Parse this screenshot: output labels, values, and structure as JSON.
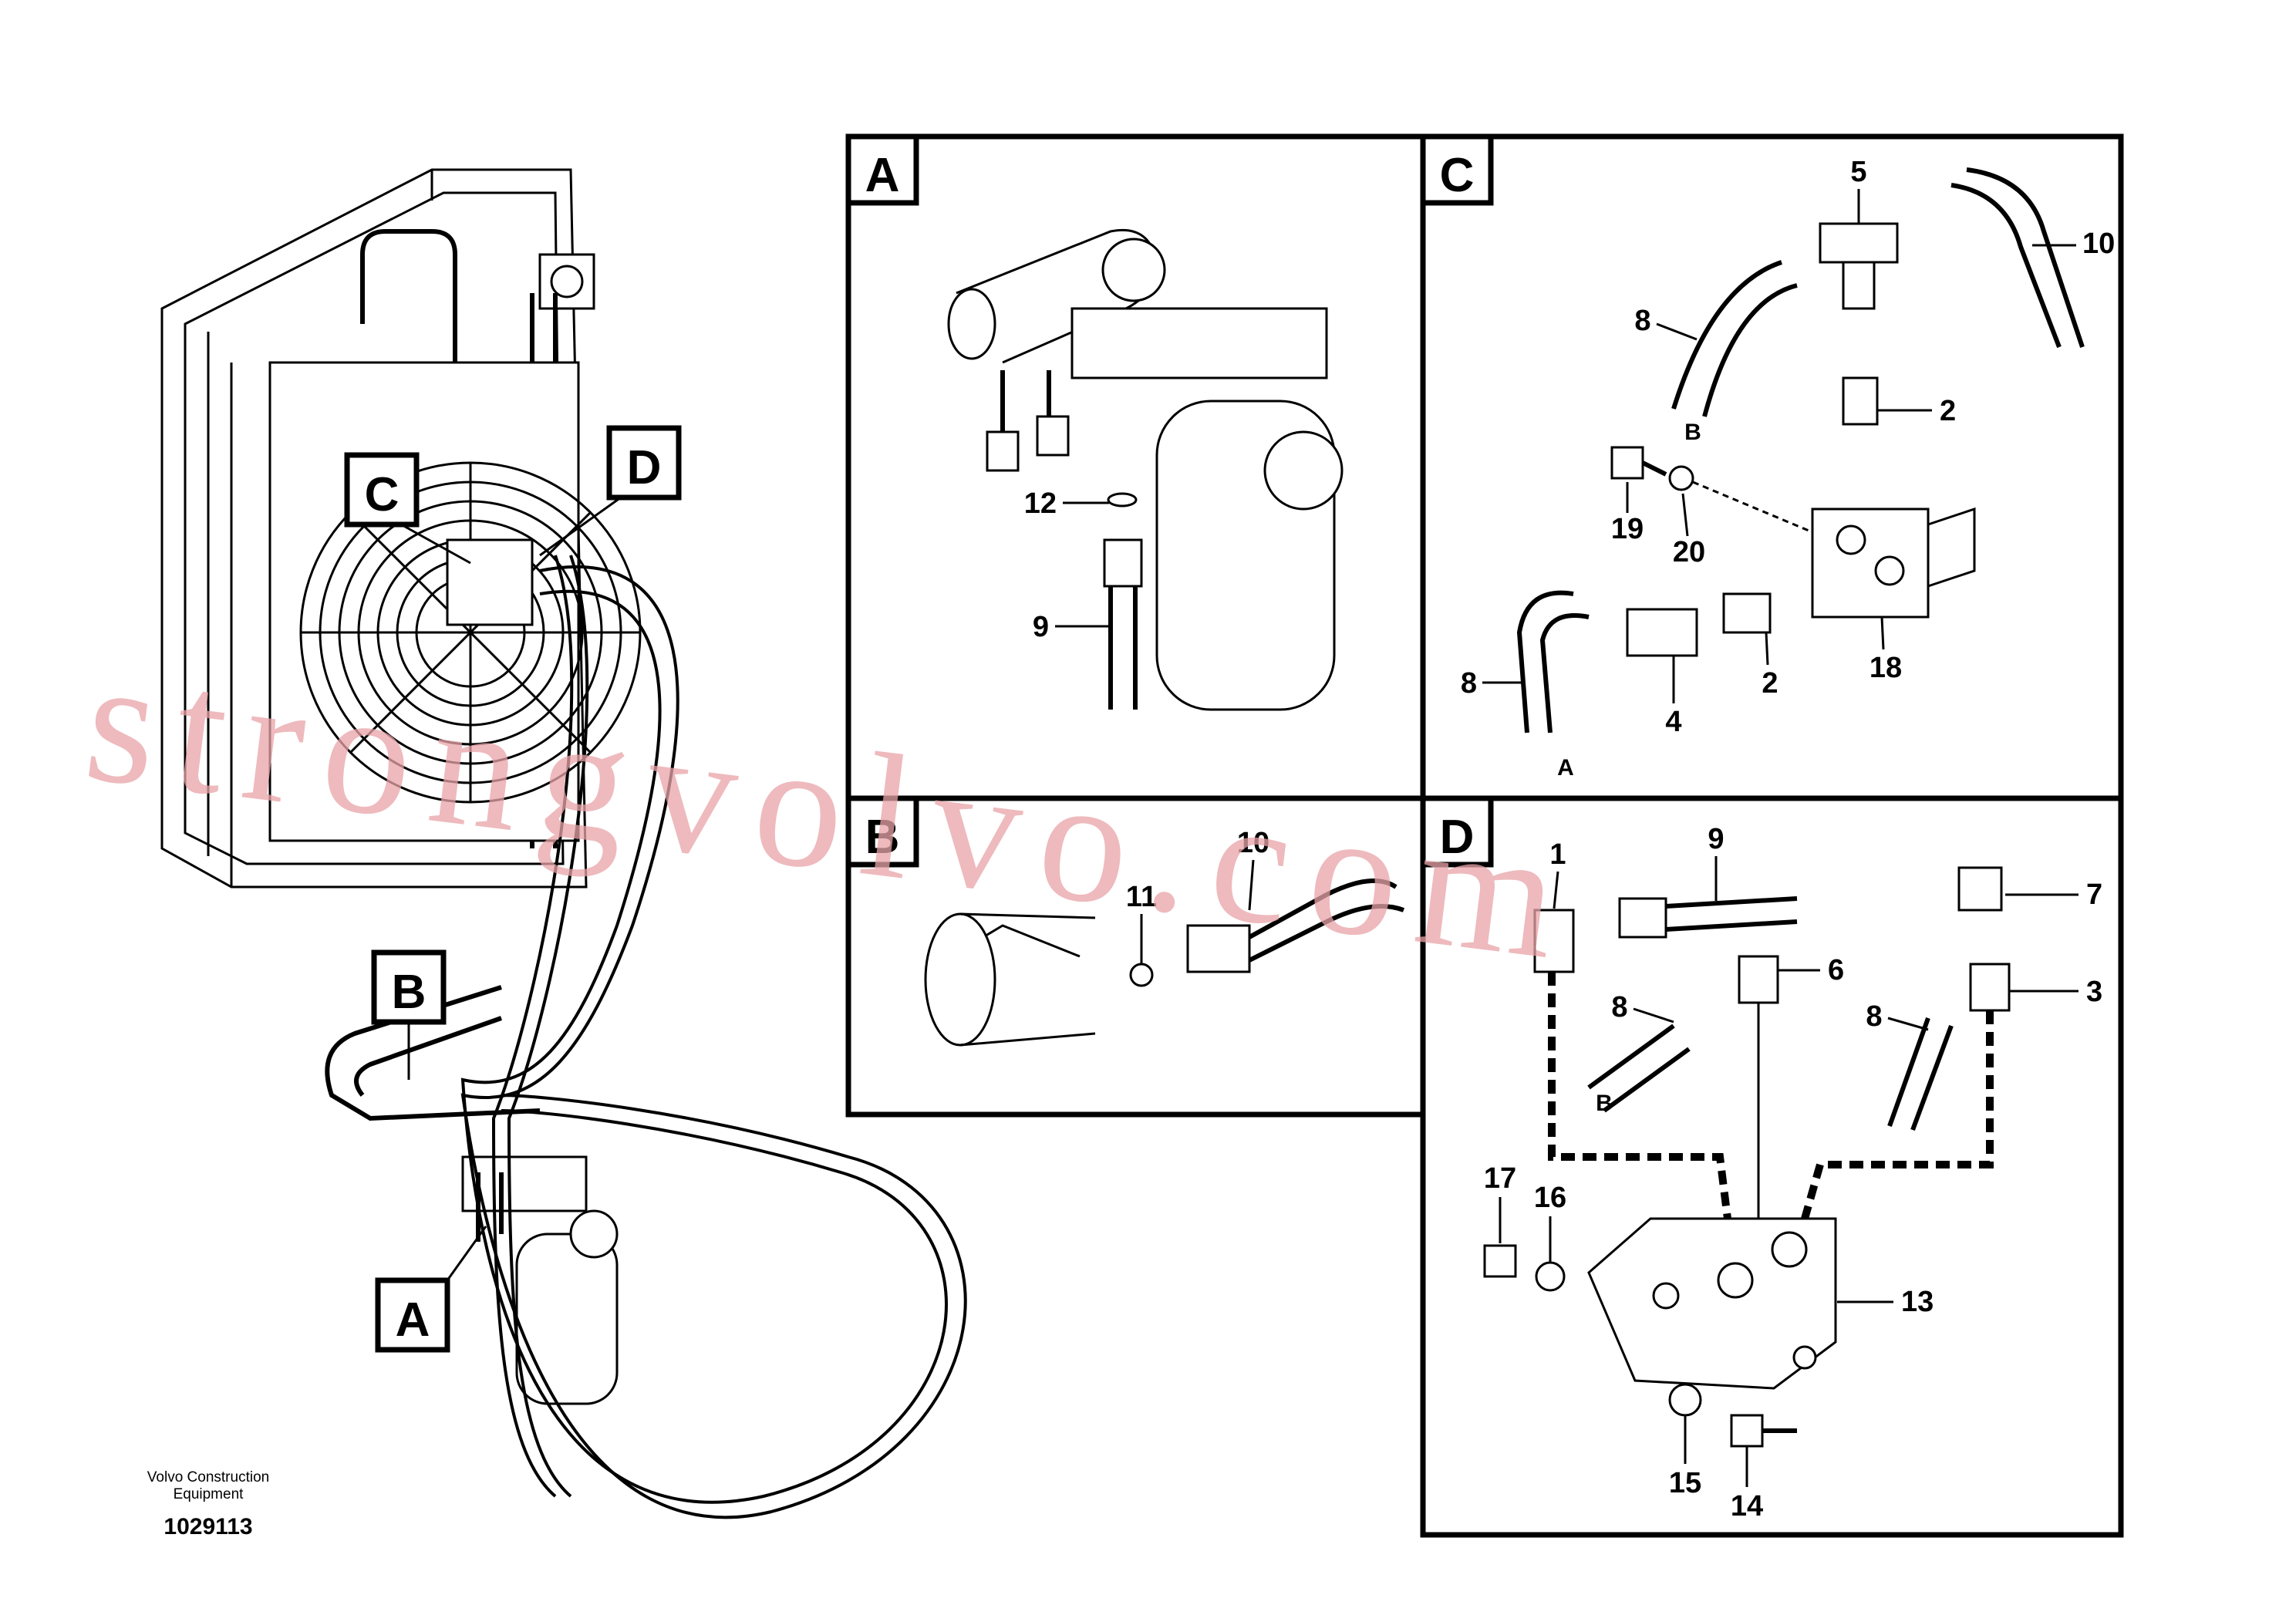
{
  "footer": {
    "company_line1": "Volvo Construction",
    "company_line2": "Equipment",
    "drawing_number": "1029113"
  },
  "watermark": "strongvolvo.com",
  "overview_callouts": [
    "C",
    "D",
    "B",
    "A"
  ],
  "panels": {
    "A": {
      "tag": "A",
      "parts": [
        "12",
        "9"
      ]
    },
    "B": {
      "tag": "B",
      "parts": [
        "11",
        "10"
      ]
    },
    "C": {
      "tag": "C",
      "parts": [
        "5",
        "10",
        "8",
        "2",
        "19",
        "20",
        "8",
        "4",
        "2",
        "18"
      ],
      "hose_end_a": "A",
      "hose_end_b": "B"
    },
    "D": {
      "tag": "D",
      "parts": [
        "1",
        "9",
        "7",
        "6",
        "8",
        "3",
        "8",
        "17",
        "16",
        "13",
        "15",
        "14"
      ],
      "hose_end_b": "B"
    }
  },
  "colors": {
    "line": "#000000",
    "watermark": "#e9a4a8",
    "background": "#ffffff"
  }
}
